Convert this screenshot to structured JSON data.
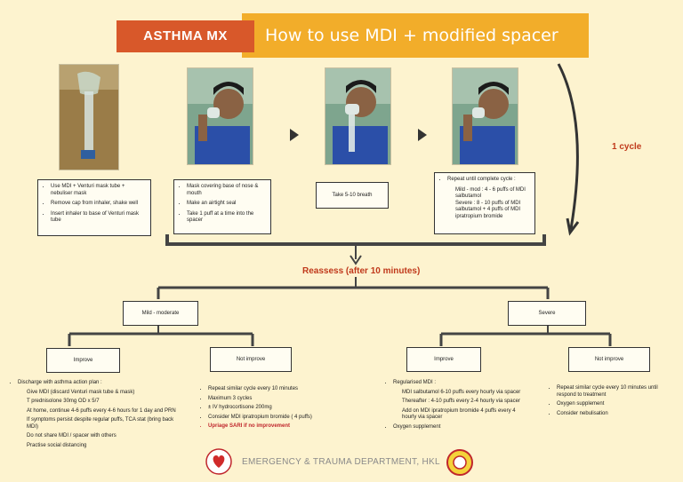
{
  "header": {
    "tag": "ASTHMA MX",
    "title": "How to use MDI + modified spacer"
  },
  "steps": [
    {
      "bullets": [
        "Use MDI + Venturi mask tube + nebuliser mask",
        "Remove cap from inhaler, shake well",
        "Insert inhaler to base of Venturi mask tube"
      ]
    },
    {
      "bullets": [
        "Mask covering base of nose & mouth",
        "Make an airtight seal",
        "Take 1 puff at a time into the spacer"
      ]
    },
    {
      "text": "Take 5-10 breath"
    },
    {
      "intro": "Repeat until complete cycle :",
      "lines": [
        "Mild - mod : 4 - 6 puffs of MDI salbutamol",
        "Severe : 8 - 10 puffs of MDI salbutamol + 4 puffs of MDI ipratropium bromide"
      ]
    }
  ],
  "cycle_label": "1 cycle",
  "reassess": "Reassess (after 10 minutes)",
  "mild": {
    "label": "Mild - moderate",
    "improve_label": "Improve",
    "not_improve_label": "Not improve",
    "improve": {
      "intro": "Discharge with asthma action plan :",
      "lines": [
        "Give MDI (discard Venturi mask tube & mask)",
        "T prednisolone 30mg OD x 5/7",
        "At home, continue 4-6 puffs every 4-6 hours for 1 day and PRN",
        "If symptoms persist despite regular puffs, TCA stat (bring back MDI)",
        "Do not share MDI / spacer with others",
        "Practise social distancing"
      ]
    },
    "not_improve": {
      "items": [
        "Repeat similar cycle every 10 minutes",
        "Maximum 3 cycles",
        "± IV hydrocortisone 200mg",
        "Consider MDI ipratropium bromide ( 4 puffs)"
      ],
      "alert": "Upriage SARI if no improvement"
    }
  },
  "severe": {
    "label": "Severe",
    "improve_label": "Improve",
    "not_improve_label": "Not improve",
    "improve": {
      "intro": "Regularised MDI :",
      "lines": [
        "MDI salbutamol 6-10 puffs every hourly via spacer",
        "Thereafter : 4-10 puffs every 2-4 hourly via spacer",
        "Add on MDI ipratropium bromide 4 puffs every 4 hourly via spacer"
      ],
      "extra": "Oxygen supplement"
    },
    "not_improve": {
      "items": [
        "Repeat similar cycle every 10 minutes until respond to treatment",
        "Oxygen supplement",
        "Consider nebulisation"
      ]
    }
  },
  "footer": "EMERGENCY & TRAUMA DEPARTMENT, HKL",
  "colors": {
    "header_tag_bg": "#d8582a",
    "header_title_bg": "#f2ad2a",
    "accent": "#c0391b",
    "background": "#fdf3cf"
  }
}
